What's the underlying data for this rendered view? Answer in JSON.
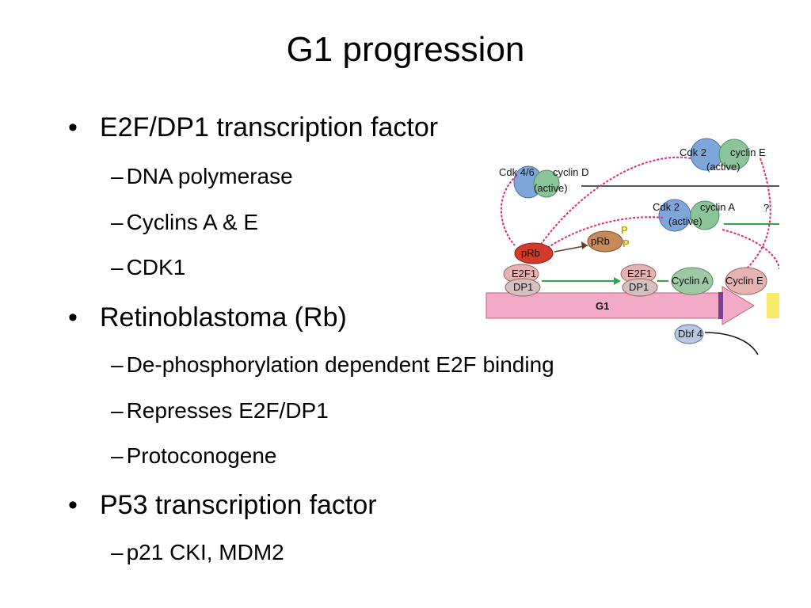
{
  "slide": {
    "title": "G1 progression",
    "bullets": [
      {
        "text": "E2F/DP1 transcription factor",
        "subs": [
          "DNA polymerase",
          "Cyclins A & E",
          "CDK1"
        ]
      },
      {
        "text": "Retinoblastoma (Rb)",
        "subs": [
          "De-phosphorylation dependent E2F binding",
          "Represses E2F/DP1",
          "Protoconogene"
        ]
      },
      {
        "text": "P53 transcription factor",
        "subs": [
          "p21 CKI, MDM2"
        ]
      }
    ],
    "bullet_glyph": "•",
    "sub_glyph": "–"
  },
  "diagram": {
    "cdk46": "Cdk 4/6",
    "cyclin_d": "cyclin D",
    "active_1": "(active)",
    "cdk2_e": "Cdk 2",
    "cyclin_e": "cyclin E",
    "active_2": "(active)",
    "cdk2_a": "Cdk 2",
    "cyclin_a": "cyclin A",
    "active_3": "(active)",
    "question": "?",
    "prb": "pRb",
    "prb_p": "pRb",
    "p1": "P",
    "p2": "P",
    "e2f1_a": "E2F1",
    "dp1_a": "DP1",
    "e2f1_b": "E2F1",
    "dp1_b": "DP1",
    "cyclin_a_box": "Cyclin A",
    "cyclin_e_box": "Cyclin E",
    "g1": "G1",
    "dbf4": "Dbf 4",
    "colors": {
      "arrow_magenta": "#e0287a",
      "arrow_green": "#2aa84a",
      "g1_band": "#f3aac6",
      "blue_protein": "#7fa6d8",
      "green_protein": "#8cc49a",
      "prb_red": "#d23a2a",
      "phospho_yellow": "#e8c51a"
    }
  }
}
